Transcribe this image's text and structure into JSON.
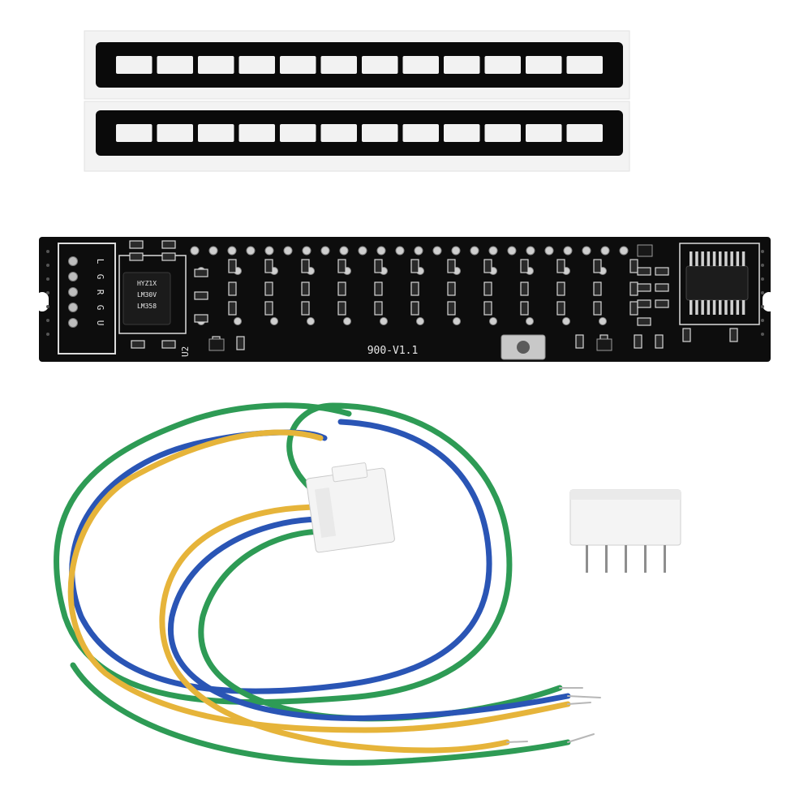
{
  "pcb": {
    "version_label": "900-V1.1",
    "header_pins": [
      "L",
      "G",
      "R",
      "G",
      "U"
    ],
    "chip_left_marking": [
      "HYZ1X",
      "LM30V",
      "LM358"
    ],
    "chip_label": "U2"
  },
  "led_bars": [
    {
      "segments": 12
    },
    {
      "segments": 12
    }
  ],
  "wires": {
    "colors": [
      "#2e9b55",
      "#2a55b5",
      "#e6b43a",
      "#2e9b55"
    ]
  },
  "connector": {
    "pins": 5
  },
  "colors": {
    "pcb_black": "#0d0d0d",
    "led_segment": "#f2f2f2",
    "wire_green": "#2e9b55",
    "wire_blue": "#2a55b5",
    "wire_yellow": "#e6b43a",
    "connector_white": "#f4f4f4"
  }
}
